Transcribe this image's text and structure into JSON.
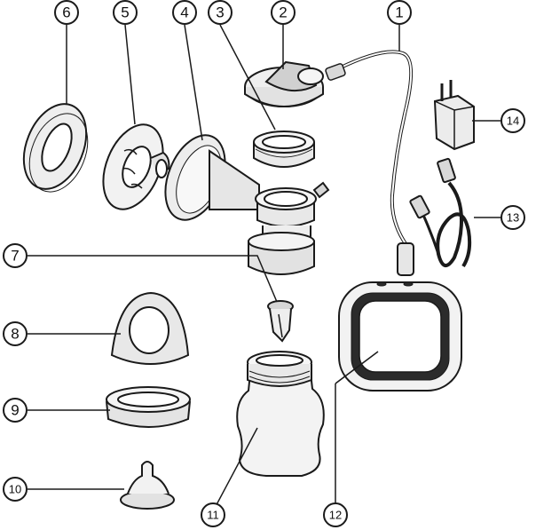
{
  "callouts": [
    {
      "num": "1"
    },
    {
      "num": "2"
    },
    {
      "num": "3"
    },
    {
      "num": "4"
    },
    {
      "num": "5"
    },
    {
      "num": "6"
    },
    {
      "num": "7"
    },
    {
      "num": "8"
    },
    {
      "num": "9"
    },
    {
      "num": "10"
    },
    {
      "num": "11"
    },
    {
      "num": "12"
    },
    {
      "num": "13"
    },
    {
      "num": "14"
    }
  ],
  "colors": {
    "line": "#1a1a1a",
    "part_fill": "#efefef",
    "part_shade": "#c9c9c9",
    "dark_fill": "#2b2b2b"
  }
}
